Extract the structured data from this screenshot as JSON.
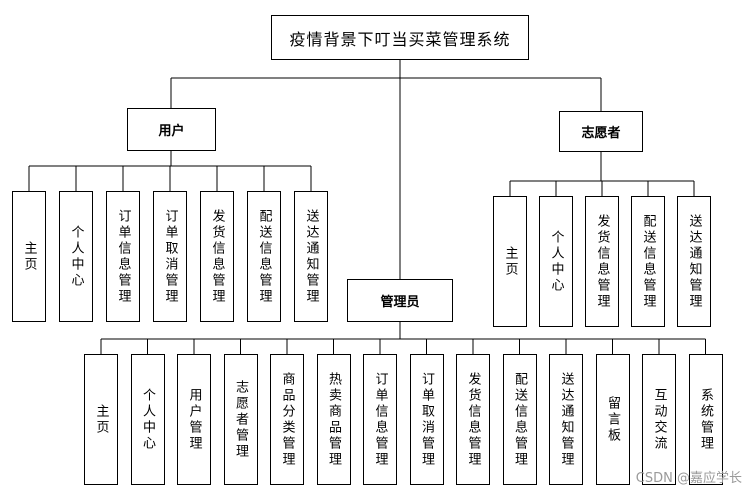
{
  "title": "疫情背景下叮当买菜管理系统",
  "branches": [
    {
      "key": "user",
      "label": "用户",
      "children": [
        "主页",
        "个人中心",
        "订单信息管理",
        "订单取消管理",
        "发货信息管理",
        "配送信息管理",
        "送达通知管理"
      ]
    },
    {
      "key": "volunteer",
      "label": "志愿者",
      "children": [
        "主页",
        "个人中心",
        "发货信息管理",
        "配送信息管理",
        "送达通知管理"
      ]
    },
    {
      "key": "admin",
      "label": "管理员",
      "children": [
        "主页",
        "个人中心",
        "用户管理",
        "志愿者管理",
        "商品分类管理",
        "热卖商品管理",
        "订单信息管理",
        "订单取消管理",
        "发货信息管理",
        "配送信息管理",
        "送达通知管理",
        "留言板",
        "互动交流",
        "系统管理"
      ]
    }
  ],
  "watermark": "CSDN @嘉应学长"
}
